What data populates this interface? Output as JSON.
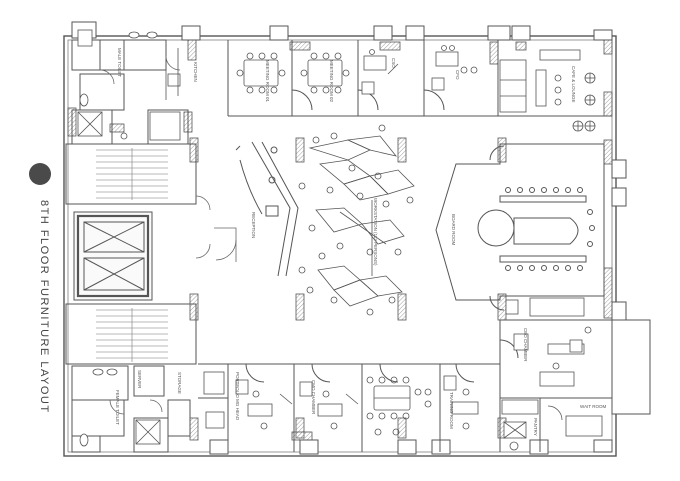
{
  "drawing": {
    "title": "8TH FLOOR  FURNITURE LAYOUT",
    "colors": {
      "line": "#555555",
      "wall_fill": "#bdbdbd",
      "hatch": "#9e9e9e",
      "marker": "#4a4a4a",
      "background": "#ffffff"
    }
  },
  "rooms": {
    "kitchen": "KITCHEN",
    "meeting_room_01": "MEETING ROOM 01",
    "meeting_room_02": "MEETING ROOM 02",
    "cso": "CSO",
    "cfo": "CFO",
    "cafe_lounge": "CAFE & LOUNGE",
    "male_toilet": "MALE TOILET",
    "reception": "RECEPTION",
    "workstation": "WORKSTATION (113 PERSONS)",
    "board_room": "BOARD ROOM",
    "ceo_chamber": "CEO CHAMBER",
    "portfolio_mg_head": "PORTFOLIO MG HEAD",
    "cmo_chamber": "CMO CHAMBER",
    "server": "SERVER",
    "storage": "STORAGE",
    "female_toilet": "FEMALE TOILET",
    "training_room": "TRAINING ROOM",
    "wait_room": "WAIT ROOM",
    "pantry": "PANTRY"
  }
}
